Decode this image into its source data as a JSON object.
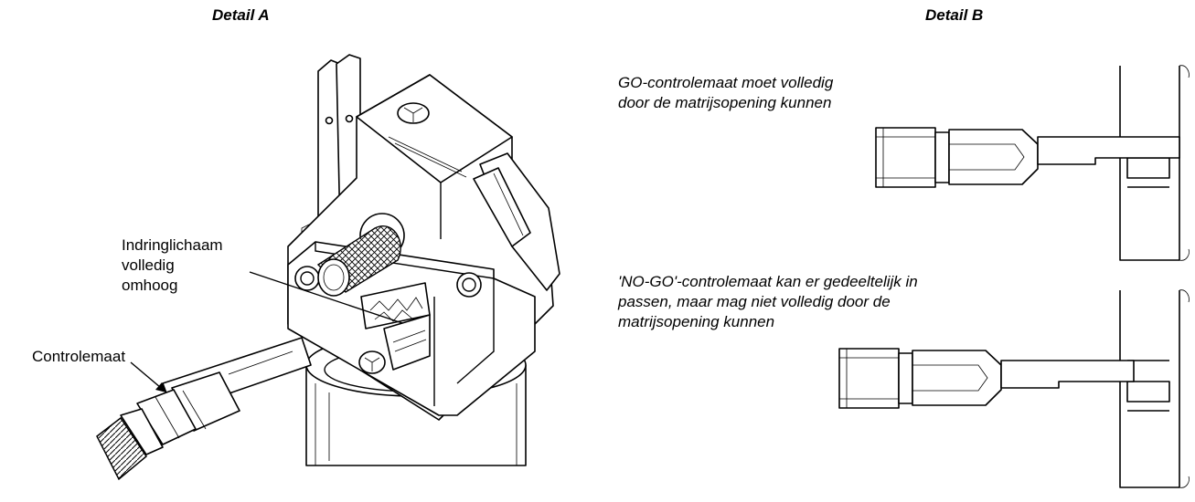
{
  "detail_a": {
    "title": "Detail A",
    "label_indenter": [
      "Indringlichaam",
      "volledig",
      "omhoog"
    ],
    "label_gauge": "Controlemaat"
  },
  "detail_b": {
    "title": "Detail B",
    "note_go": [
      "GO-controlemaat moet volledig",
      "door de matrijsopening kunnen"
    ],
    "note_nogo": [
      "'NO-GO'-controlemaat kan er gedeeltelijk in",
      "passen, maar mag niet volledig door de",
      "matrijsopening kunnen"
    ]
  }
}
